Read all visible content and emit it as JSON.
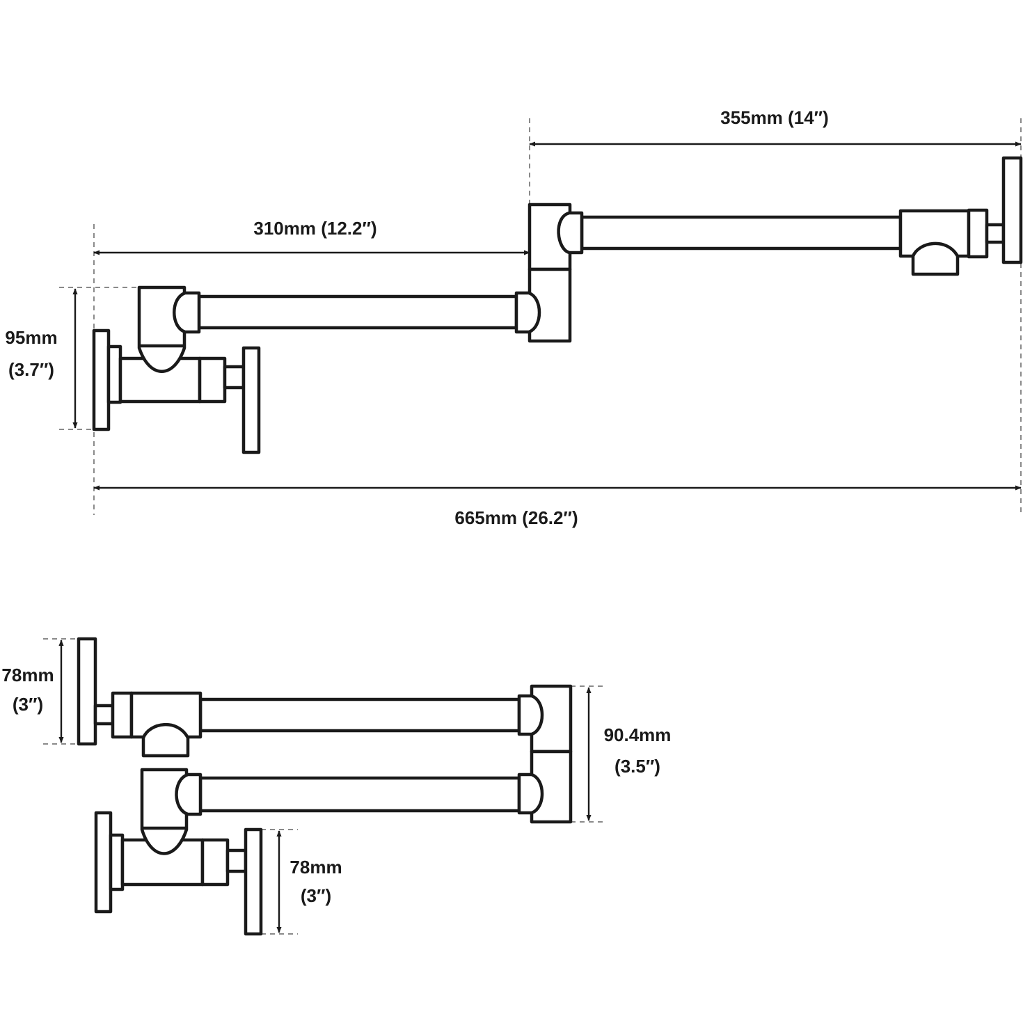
{
  "diagram": {
    "line_color": "#1a1a1a",
    "dash_color": "#8a8a8a",
    "extended_view": {
      "dim_extension_arm": "355mm (14″)",
      "dim_first_arm": "310mm (12.2″)",
      "dim_body_height_mm": "95mm",
      "dim_body_height_in": "(3.7″)",
      "dim_total_length": "665mm (26.2″)"
    },
    "folded_view": {
      "dim_spout_valve_mm": "78mm",
      "dim_spout_valve_in": "(3″)",
      "dim_fold_height_mm": "90.4mm",
      "dim_fold_height_in": "(3.5″)",
      "dim_base_valve_mm": "78mm",
      "dim_base_valve_in": "(3″)"
    }
  }
}
